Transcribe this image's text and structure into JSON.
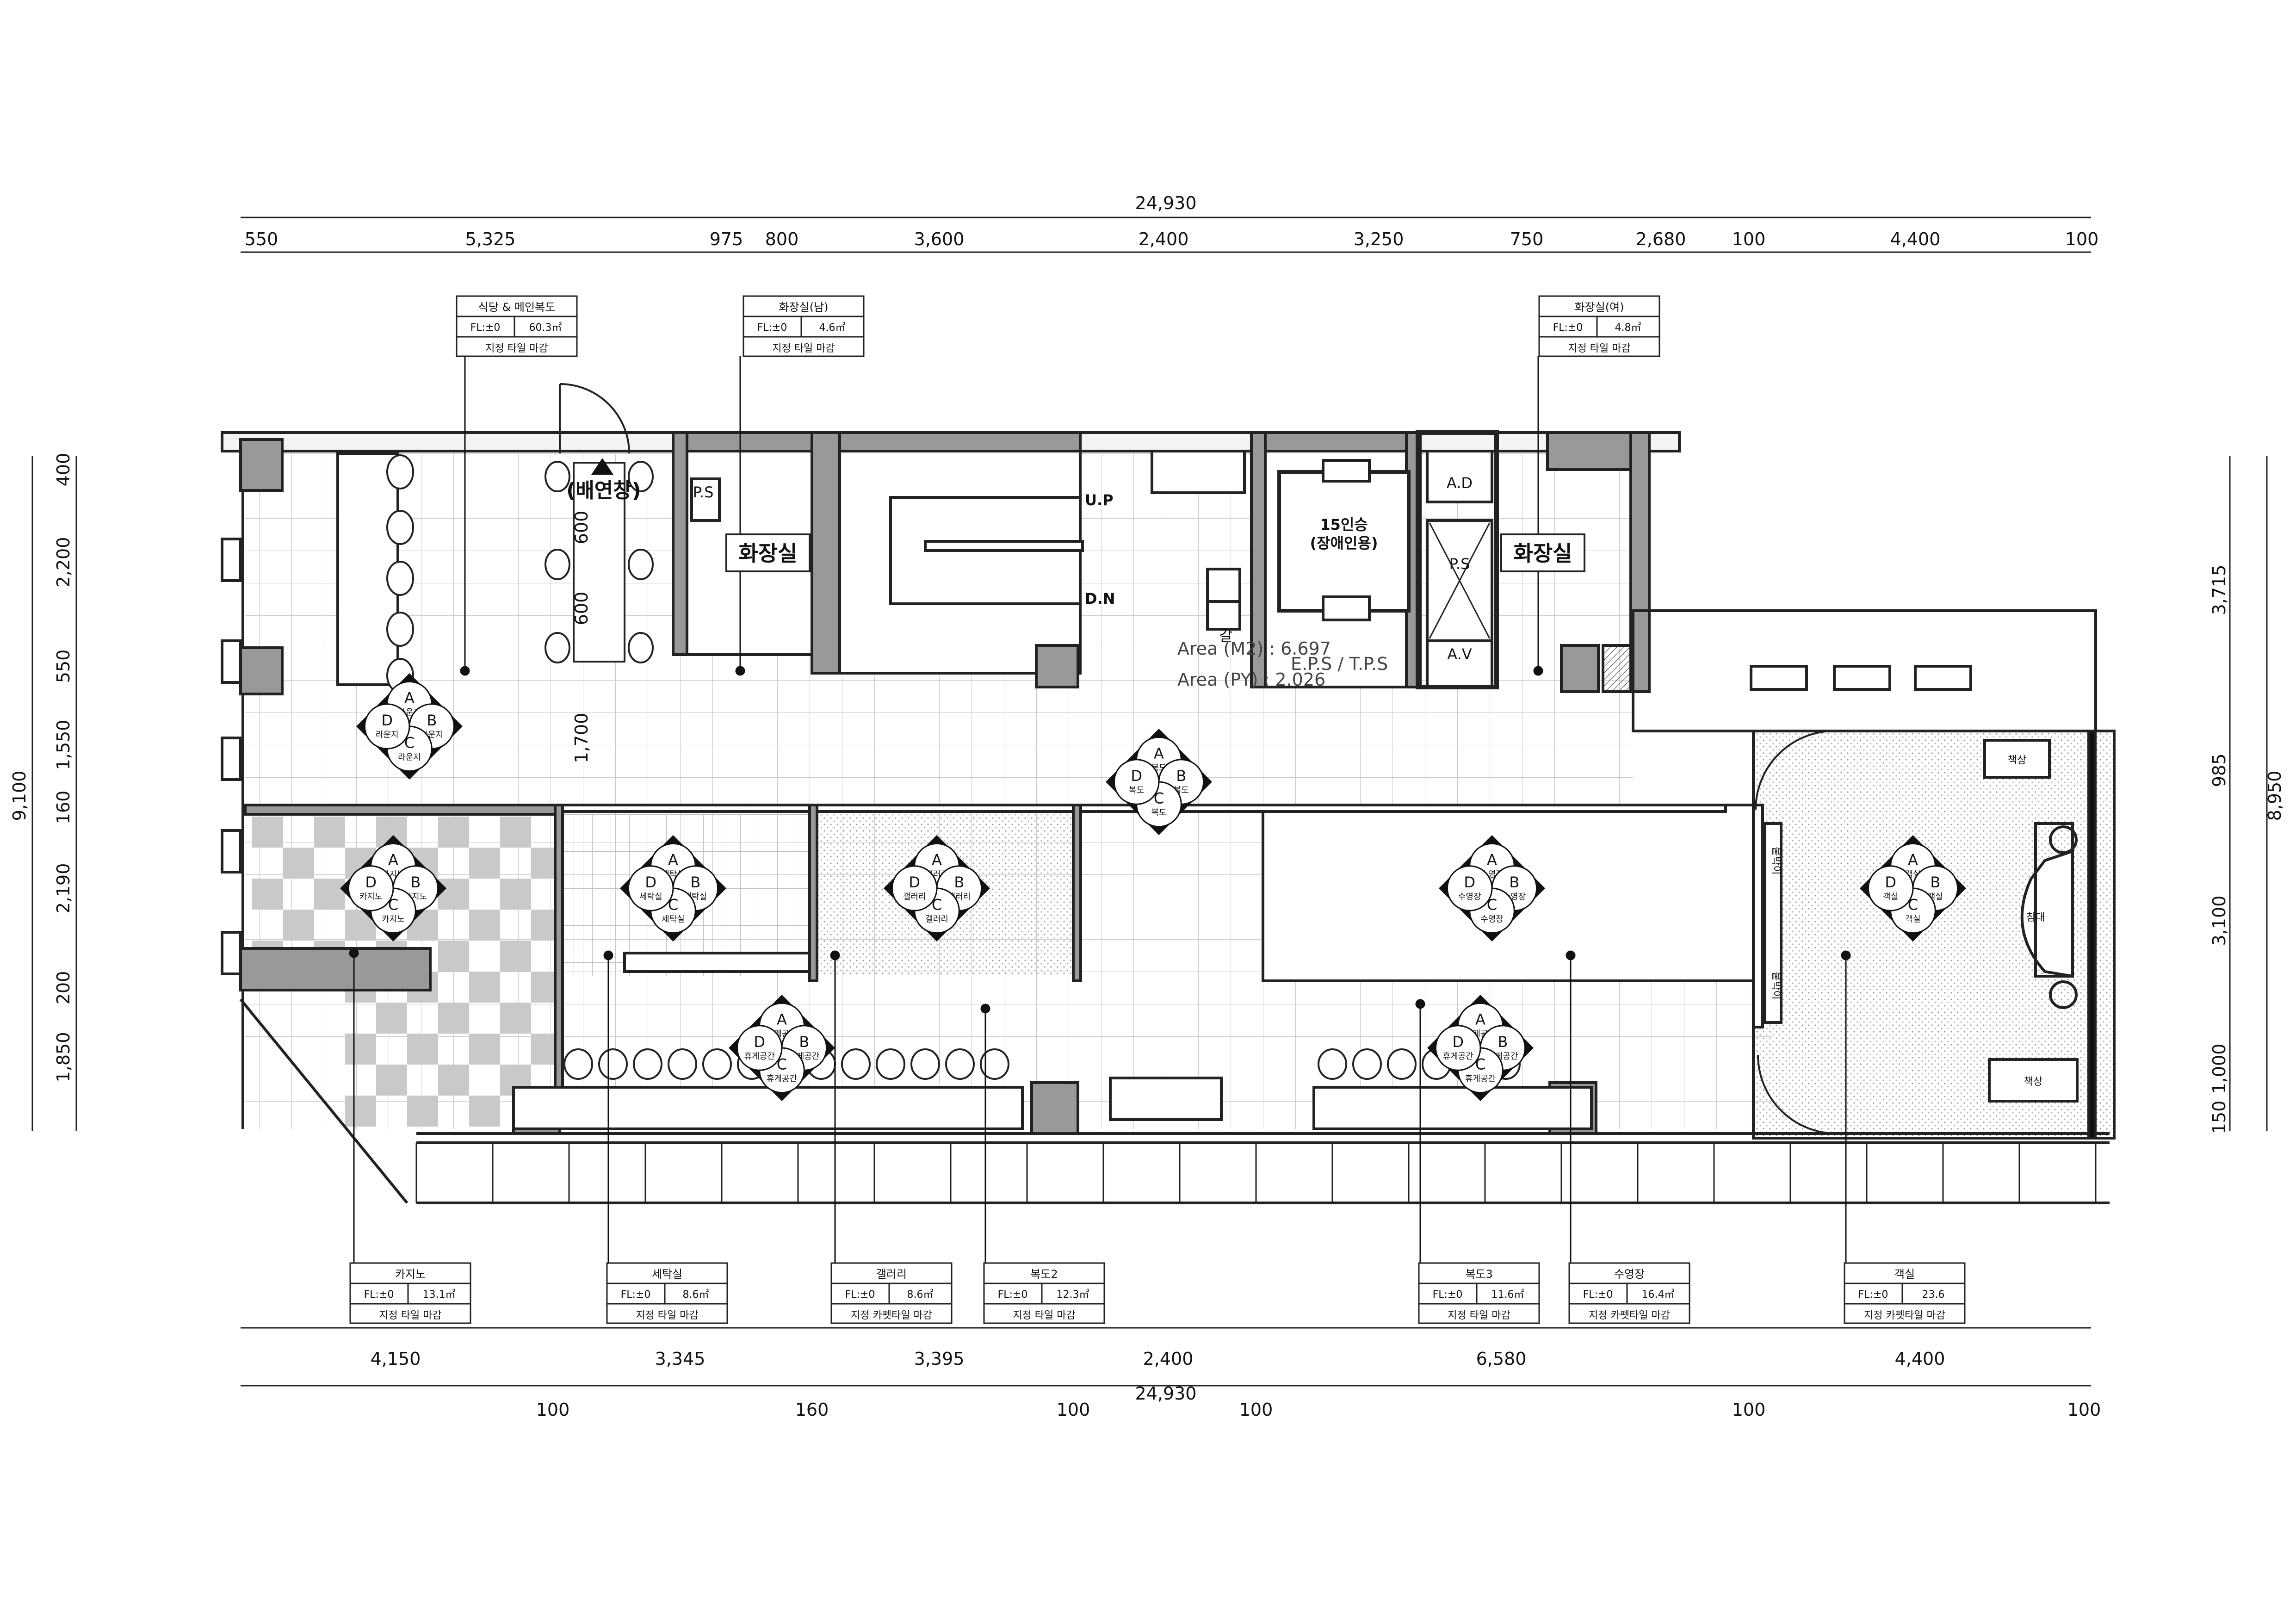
{
  "dims_top_total": "24,930",
  "dims_top": [
    "550",
    "5,325",
    "975",
    "800",
    "3,600",
    "2,400",
    "3,250",
    "750",
    "2,680",
    "100",
    "4,400",
    "100"
  ],
  "dims_bottom_main": [
    "4,150",
    "3,345",
    "3,395",
    "2,400",
    "6,580",
    "4,400"
  ],
  "dims_bottom_total": "24,930",
  "dims_bottom_small": [
    "100",
    "160",
    "100",
    "100",
    "100",
    "100"
  ],
  "dims_left_total": "9,100",
  "dims_left": [
    "400",
    "2,200",
    "550",
    "1,550",
    "160",
    "2,190",
    "200",
    "1,850"
  ],
  "dims_right_total": "8,950",
  "dims_right": [
    "3,715",
    "985",
    "3,100",
    "1,000",
    "150"
  ],
  "room_tags": [
    {
      "name": "식당 & 메인복도",
      "fl": "FL:±0",
      "area": "60.3㎡",
      "finish": "지정 타일 마감"
    },
    {
      "name": "화장실(남)",
      "fl": "FL:±0",
      "area": "4.6㎡",
      "finish": "지정 타일 마감"
    },
    {
      "name": "화장실(여)",
      "fl": "FL:±0",
      "area": "4.8㎡",
      "finish": "지정 타일 마감"
    },
    {
      "name": "카지노",
      "fl": "FL:±0",
      "area": "13.1㎡",
      "finish": "지정 타일 마감"
    },
    {
      "name": "세탁실",
      "fl": "FL:±0",
      "area": "8.6㎡",
      "finish": "지정 타일 마감"
    },
    {
      "name": "갤러리",
      "fl": "FL:±0",
      "area": "8.6㎡",
      "finish": "지정 카펫타일 마감"
    },
    {
      "name": "복도2",
      "fl": "FL:±0",
      "area": "12.3㎡",
      "finish": "지정 타일 마감"
    },
    {
      "name": "복도3",
      "fl": "FL:±0",
      "area": "11.6㎡",
      "finish": "지정 타일 마감"
    },
    {
      "name": "수영장",
      "fl": "FL:±0",
      "area": "16.4㎡",
      "finish": "지정 카펫타일 마감"
    },
    {
      "name": "객실",
      "fl": "FL:±0",
      "area": "23.6",
      "finish": "지정 카펫타일 마감"
    }
  ],
  "labels": {
    "toilet": "화장실",
    "vent": "(배연창)",
    "up": "U.P",
    "dn": "D.N",
    "elev1": "15인승",
    "elev2": "(장애인용)",
    "ps": "P.S",
    "ad": "A.D",
    "av": "A.V",
    "area_m2": "Area (M2) : 6.697",
    "eps": "E.P.S / T.P.S",
    "area_py": "Area (PY) : 2.026",
    "dim600a": "600",
    "dim600b": "600",
    "dim1700": "1,700",
    "desk": "책상",
    "bed": "침대",
    "closet": "붙박이",
    "note": "갈"
  },
  "markers": [
    {
      "a": "A",
      "b": "B",
      "c": "C",
      "d": "D",
      "t": "라운지"
    },
    {
      "a": "A",
      "b": "B",
      "c": "C",
      "d": "D",
      "t": "카지노"
    },
    {
      "a": "A",
      "b": "B",
      "c": "C",
      "d": "D",
      "t": "세탁실"
    },
    {
      "a": "A",
      "b": "B",
      "c": "C",
      "d": "D",
      "t": "갤러리"
    },
    {
      "a": "A",
      "b": "B",
      "c": "C",
      "d": "D",
      "t": "복도"
    },
    {
      "a": "A",
      "b": "B",
      "c": "C",
      "d": "D",
      "t": "수영장"
    },
    {
      "a": "A",
      "b": "B",
      "c": "C",
      "d": "D",
      "t": "객실"
    },
    {
      "a": "A",
      "b": "B",
      "c": "C",
      "d": "D",
      "t": "휴게공간"
    },
    {
      "a": "A",
      "b": "B",
      "c": "C",
      "d": "D",
      "t": "휴게공간"
    }
  ]
}
